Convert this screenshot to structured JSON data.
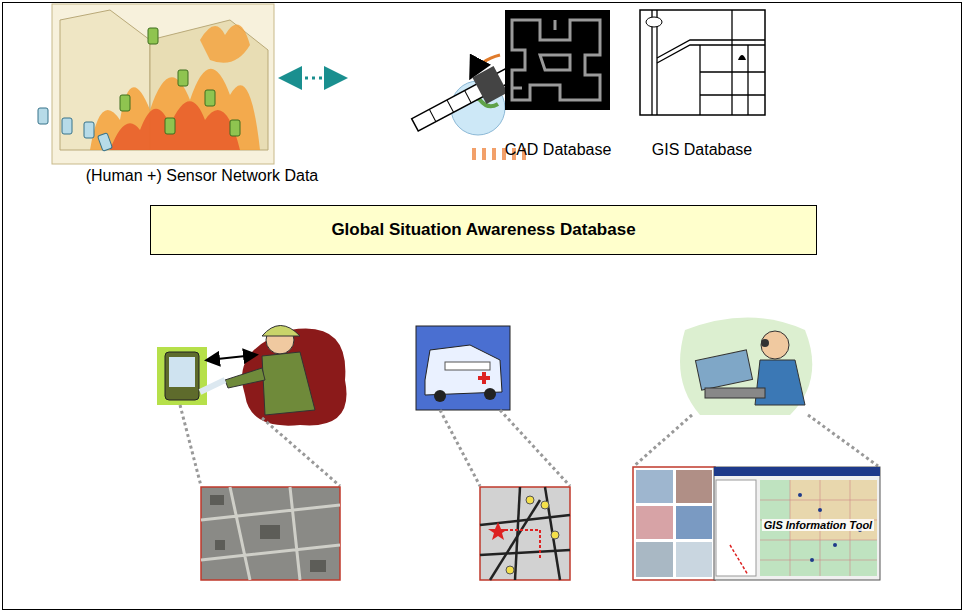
{
  "diagram": {
    "nodes": [
      {
        "text": [
          "Global Situation Awareness Database"
        ]
      }
    ],
    "labels": [
      "(Human +) Sensor Network Data",
      "CAD Database",
      "GIS Database",
      "GIS Information Tool"
    ]
  }
}
